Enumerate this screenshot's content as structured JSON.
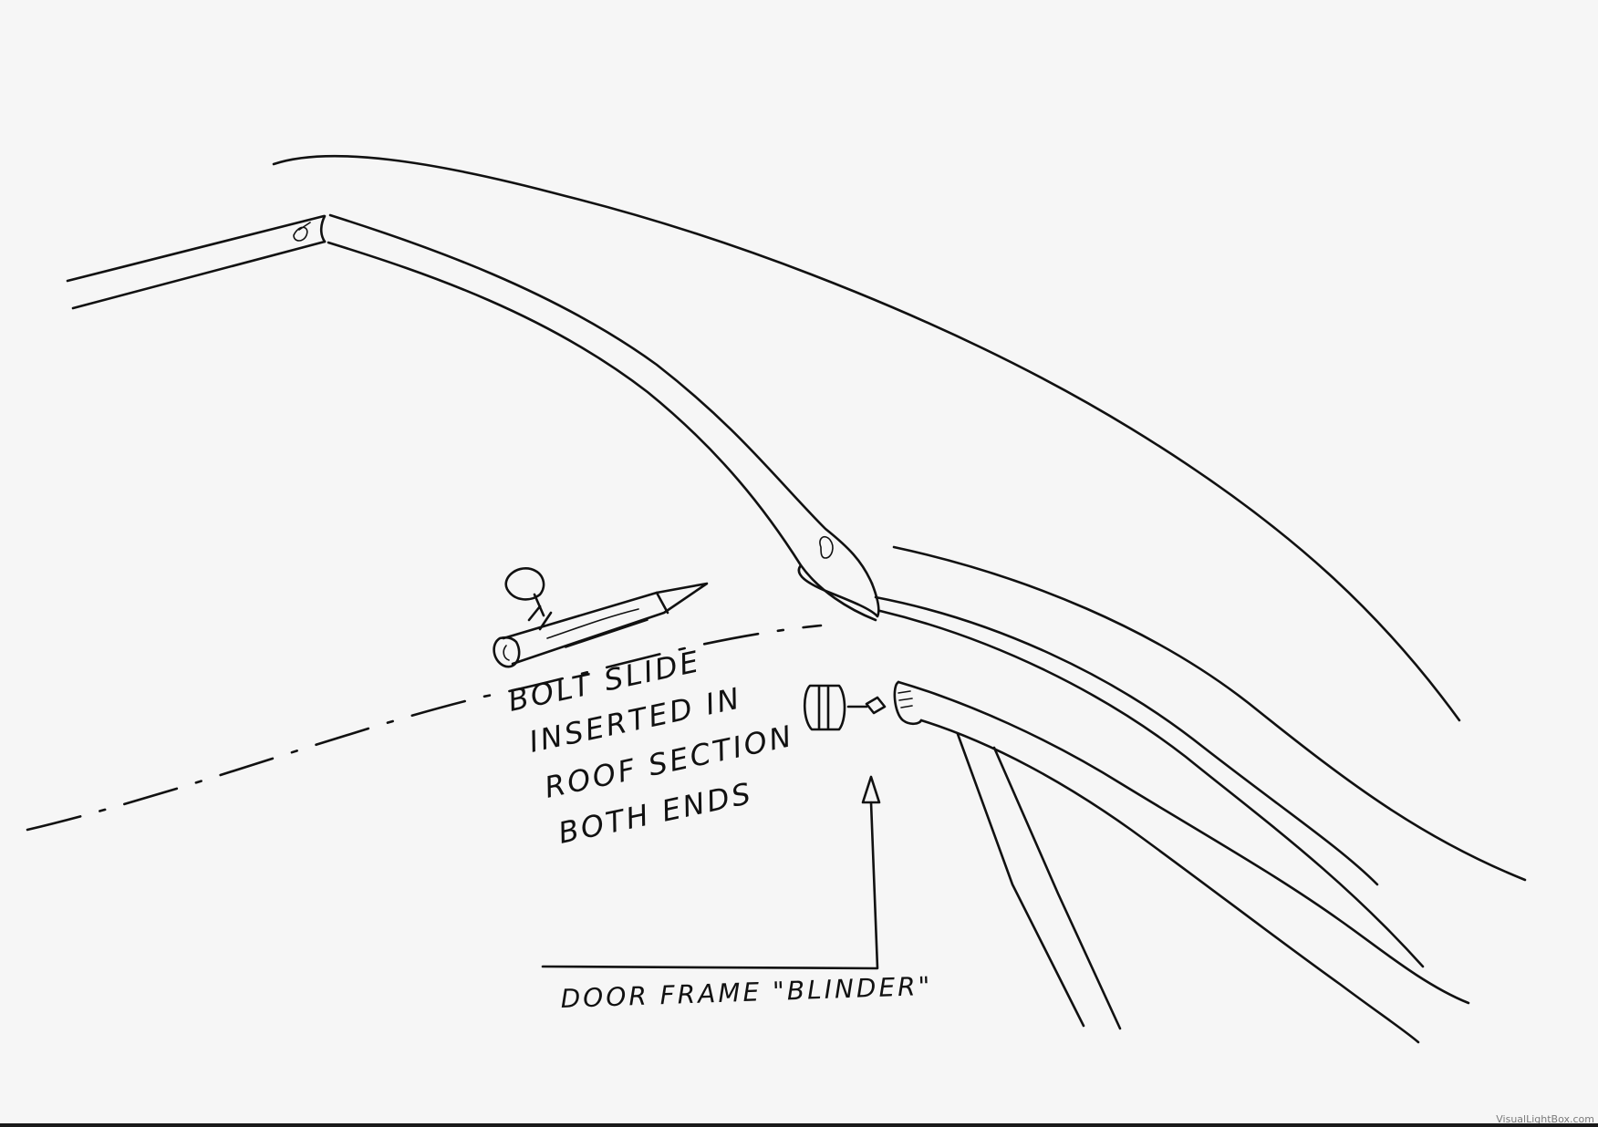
{
  "labels": {
    "bolt_line_1": "BOLT SLIDE",
    "bolt_line_2": "INSERTED IN",
    "bolt_line_3": "ROOF SECTION",
    "bolt_line_4": "BOTH ENDS",
    "door_frame": "DOOR FRAME \"BLINDER\""
  },
  "watermark": "VisualLightBox.com"
}
